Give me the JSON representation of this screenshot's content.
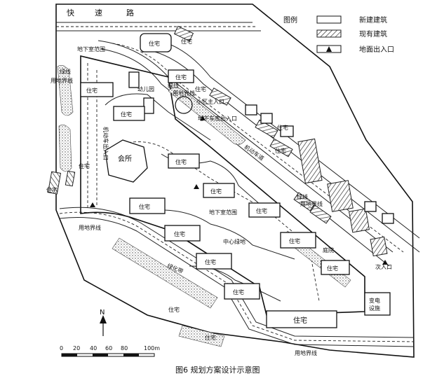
{
  "legend": {
    "title": "图例",
    "new_building": "新建建筑",
    "existing_building": "现有建筑",
    "entrance": "地面出入口"
  },
  "labels": {
    "expressway_1": "快",
    "expressway_2": "速",
    "expressway_3": "路",
    "basement_top": "地下室范围",
    "greenline": "绿线",
    "landline_left": "用地界线",
    "kindergarten": "幼儿园",
    "greenline2": "绿线",
    "landline2": "用地界线",
    "entrance_car": "机动车出入口",
    "street_ent": "小区主入口",
    "basement_ent": "地下车库出入口",
    "vehicle": "机动车道",
    "clubhouse": "会所",
    "basement_mid": "地下室范围",
    "central_green": "中心绿地",
    "courtyard": "庭院",
    "landline_bl": "用地界线",
    "greenline3": "绿线",
    "landline3": "用地界线",
    "secondary_ent": "次入口",
    "transformer_1": "变电",
    "transformer_2": "设施",
    "landline_bottom": "用地界线",
    "green_road": "绿化带",
    "caption": "图6  规划方案设计示意图",
    "north": "N"
  },
  "residences": [
    {
      "label": "住宅"
    },
    {
      "label": "住宅"
    },
    {
      "label": "住宅"
    },
    {
      "label": "住宅"
    },
    {
      "label": "住宅"
    },
    {
      "label": "住宅"
    },
    {
      "label": "住宅"
    },
    {
      "label": "住宅"
    },
    {
      "label": "住宅"
    },
    {
      "label": "住宅"
    },
    {
      "label": "住宅"
    },
    {
      "label": "住宅"
    },
    {
      "label": "住宅"
    },
    {
      "label": "住宅"
    }
  ],
  "existing_residences": [
    {
      "label": "住宅"
    },
    {
      "label": "住宅"
    },
    {
      "label": "住宅"
    },
    {
      "label": "住宅"
    },
    {
      "label": "住宅"
    },
    {
      "label": "住宅"
    },
    {
      "label": "住宅"
    },
    {
      "label": "住宅"
    }
  ],
  "scale": {
    "ticks": [
      "0",
      "20",
      "40",
      "60",
      "80",
      "100m"
    ]
  }
}
